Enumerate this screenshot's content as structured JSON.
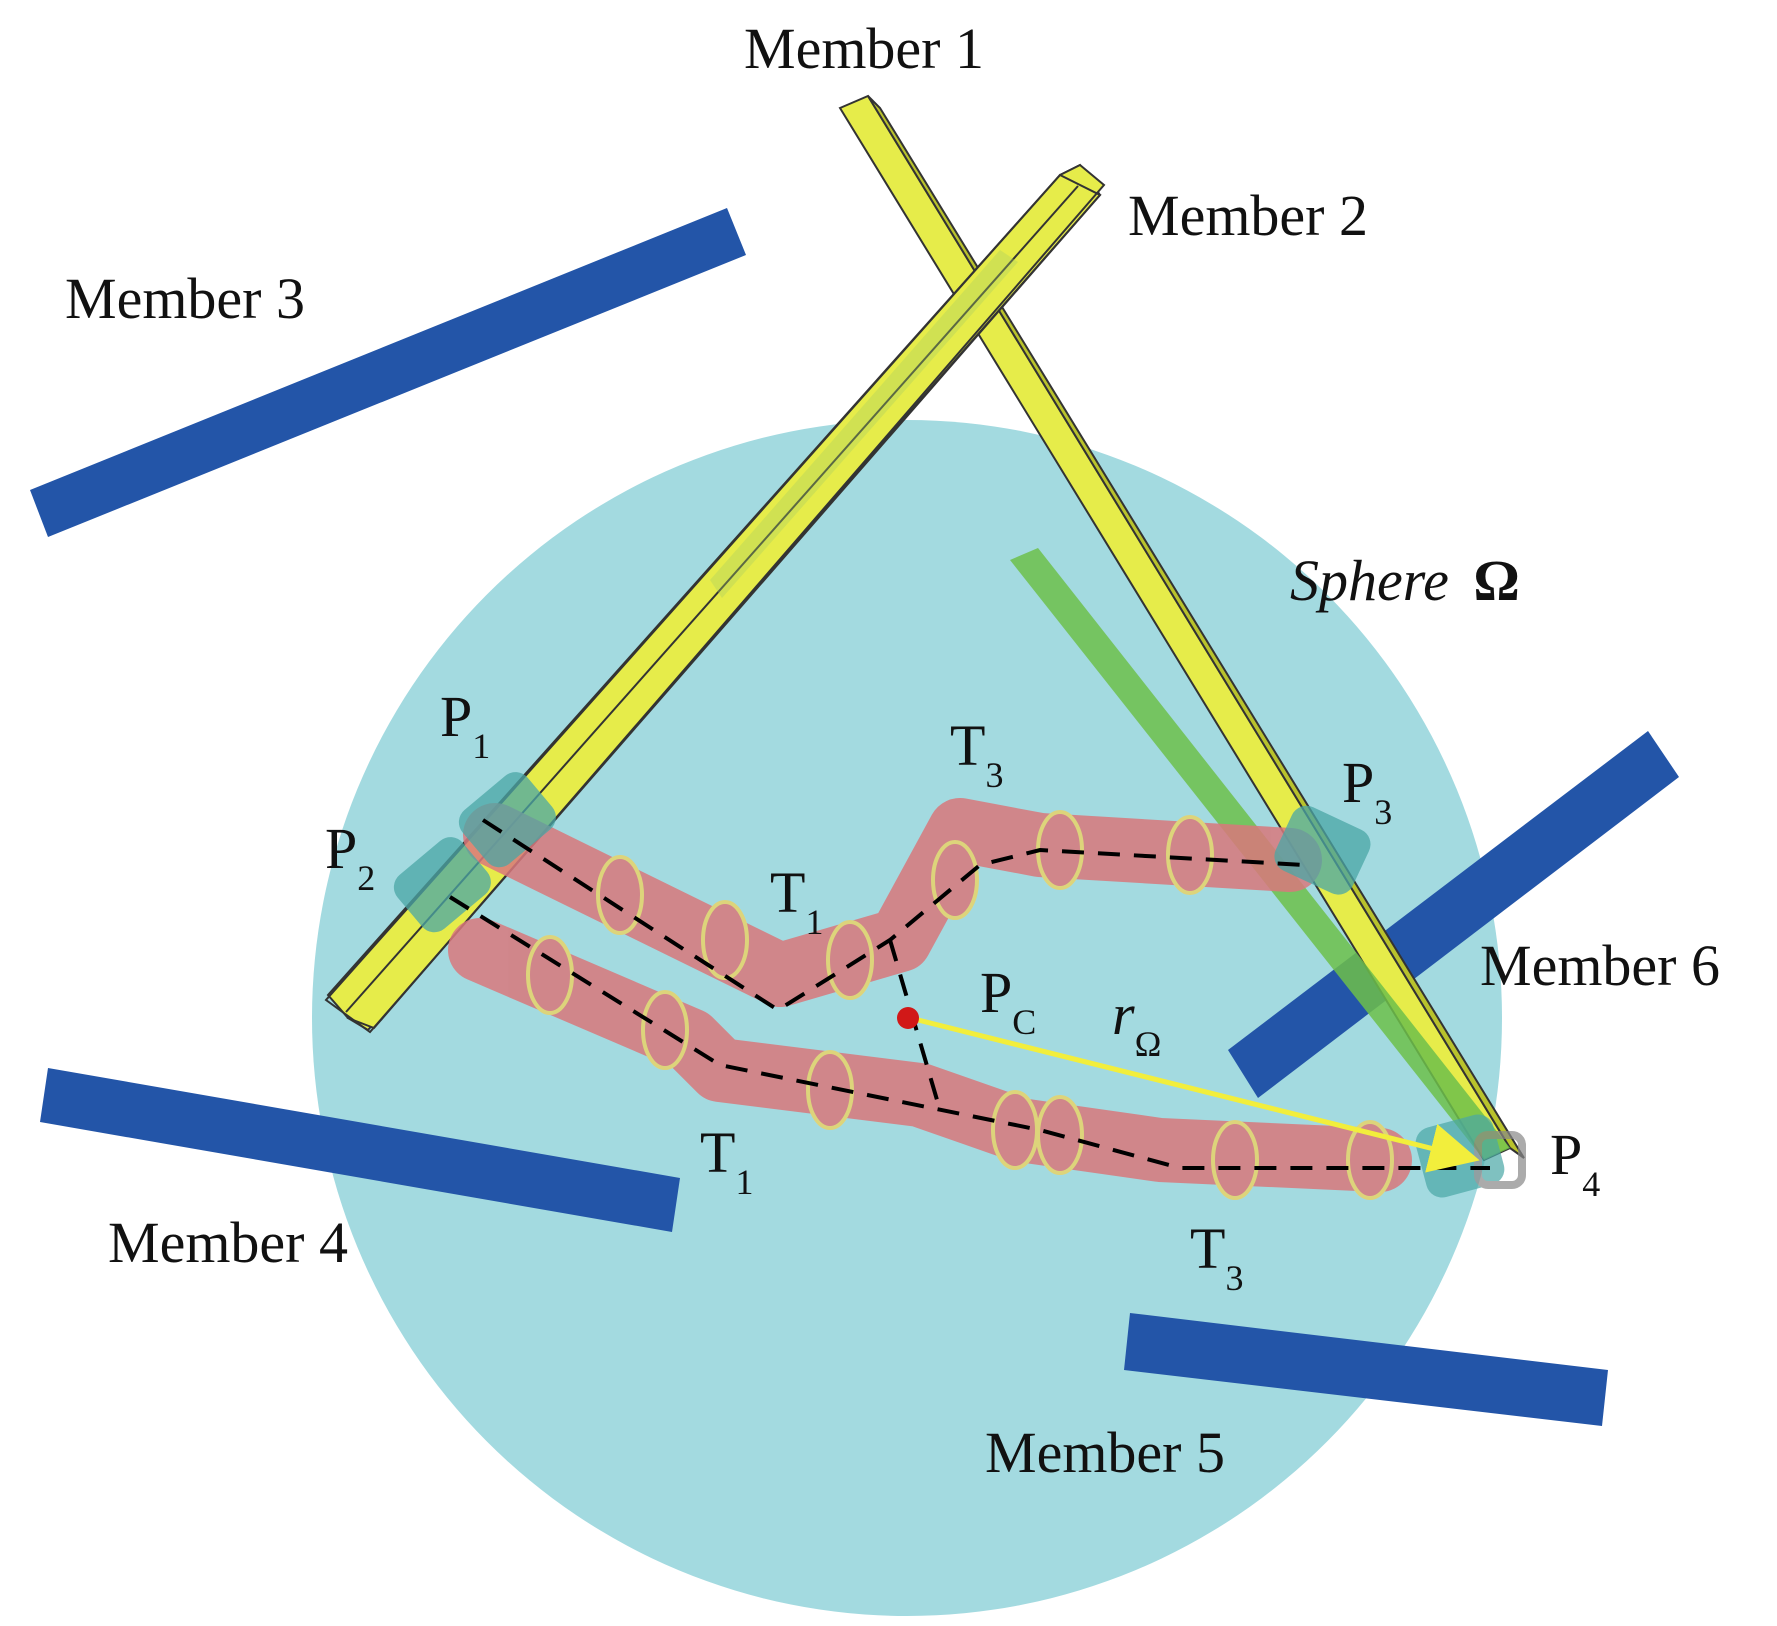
{
  "labels": {
    "member1": "Member 1",
    "member2": "Member 2",
    "member3": "Member 3",
    "member4": "Member 4",
    "member5": "Member 5",
    "member6": "Member 6",
    "sphere_italic": "Sphere",
    "sphere_symbol": "Ω",
    "p1": {
      "main": "P",
      "sub": "1"
    },
    "p2": {
      "main": "P",
      "sub": "2"
    },
    "p3": {
      "main": "P",
      "sub": "3"
    },
    "p4": {
      "main": "P",
      "sub": "4"
    },
    "pc": {
      "main": "P",
      "sub": "C"
    },
    "r_omega": {
      "main": "r",
      "sub": "Ω"
    },
    "t1_upper": {
      "main": "T",
      "sub": "1"
    },
    "t1_lower": {
      "main": "T",
      "sub": "1"
    },
    "t3_upper": {
      "main": "T",
      "sub": "3"
    },
    "t3_lower": {
      "main": "T",
      "sub": "3"
    }
  },
  "colors": {
    "sphere": "#a3dae0",
    "yellow_member": "#e6ec4a",
    "yellow_member_dark": "#b9c22c",
    "green_member": "#6dbf4a",
    "blue_member": "#2355a8",
    "robot_body": "#d9787c",
    "robot_ring": "#e8d46a",
    "gripper": "#4aa7a6",
    "center_point": "#d11818",
    "radius_arrow": "#f2ee3c",
    "dashed_path": "#000000"
  }
}
